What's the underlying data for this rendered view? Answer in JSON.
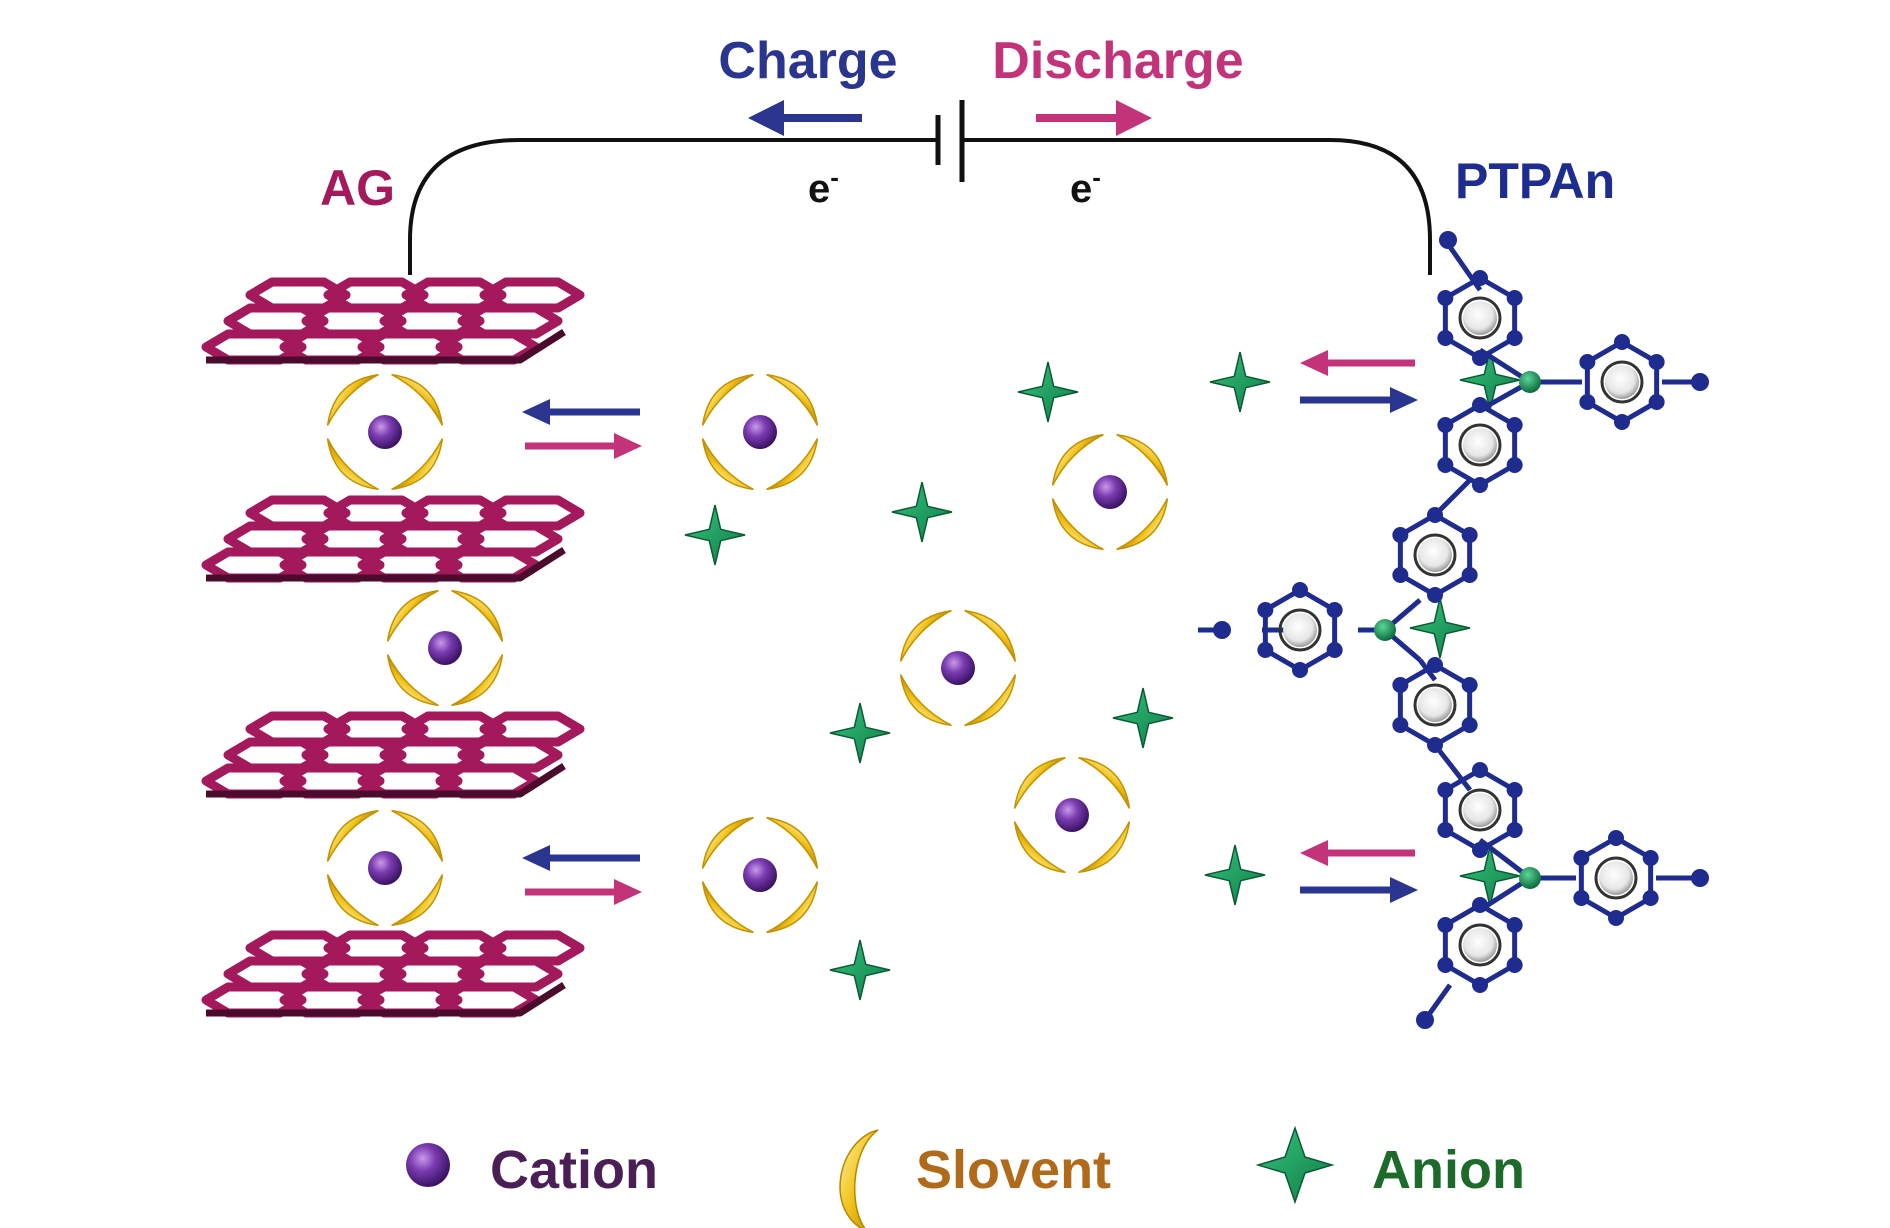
{
  "circuit": {
    "charge_label": "Charge",
    "discharge_label": "Discharge",
    "electron_left": "e",
    "electron_right": "e",
    "electron_sup": "-"
  },
  "electrodes": {
    "anode_label": "AG",
    "cathode_label": "PTPAn"
  },
  "legend": {
    "cation": "Cation",
    "solvent": "Slovent",
    "anion": "Anion"
  },
  "colors": {
    "charge": "#2a3590",
    "discharge": "#c2337a",
    "graphite": "#a3195b",
    "cation": "#6a2a9c",
    "solvent": "#e6b400",
    "anion": "#1f9a5b",
    "polymer": "#1e2b8f",
    "legend_cation_text": "#4a1f55",
    "legend_solvent_text": "#b06a1a",
    "legend_anion_text": "#1c6b2a",
    "wire": "#111111"
  },
  "icons": {
    "cation": "purple-sphere-icon",
    "solvent": "yellow-crescent-icon",
    "anion": "green-star-icon",
    "battery": "battery-symbol-icon"
  }
}
